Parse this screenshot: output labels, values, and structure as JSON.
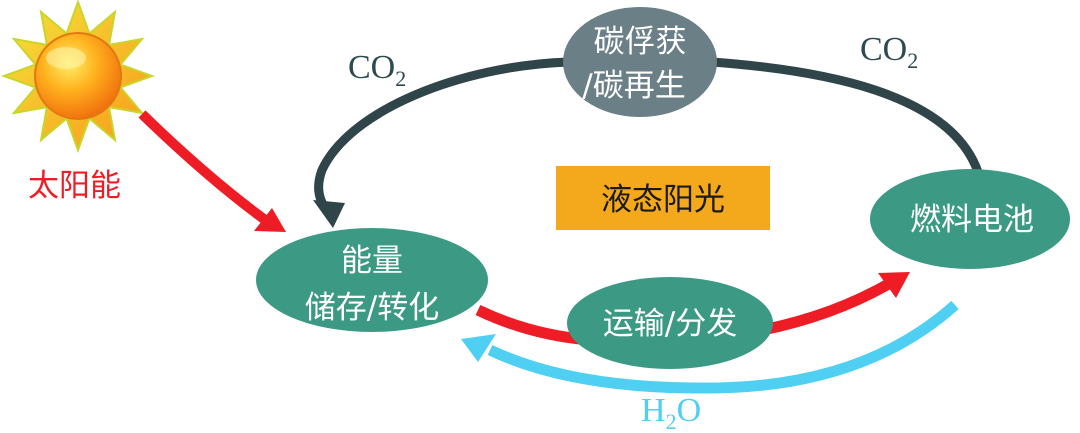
{
  "title": "液态阳光",
  "sun": {
    "icon": "sun-icon",
    "label": "太阳能",
    "label_color": "#ee1c25"
  },
  "nodes": {
    "capture": {
      "lines": [
        "碳俘获",
        "/碳再生"
      ],
      "color": "#6b7f86"
    },
    "storage": {
      "lines": [
        "能量",
        "储存/转化"
      ],
      "color": "#3c9a84"
    },
    "transport": {
      "lines": [
        "运输/分发"
      ],
      "color": "#3c9a84"
    },
    "fuel_cell": {
      "lines": [
        "燃料电池"
      ],
      "color": "#3c9a84"
    }
  },
  "center_box": {
    "label": "液态阳光",
    "color": "#f4a91d"
  },
  "flows": {
    "co2_left": {
      "base": "CO",
      "sub": "2",
      "color": "#2d4a4f"
    },
    "co2_right": {
      "base": "CO",
      "sub": "2",
      "color": "#2d4a4f"
    },
    "h2o": {
      "pre": "H",
      "sub": "2",
      "post": "O",
      "color": "#4fd0f2"
    }
  },
  "colors": {
    "energy_arrow": "#ee1c25",
    "co2_arrow": "#2f4549",
    "water_arrow": "#4fd0f2"
  }
}
